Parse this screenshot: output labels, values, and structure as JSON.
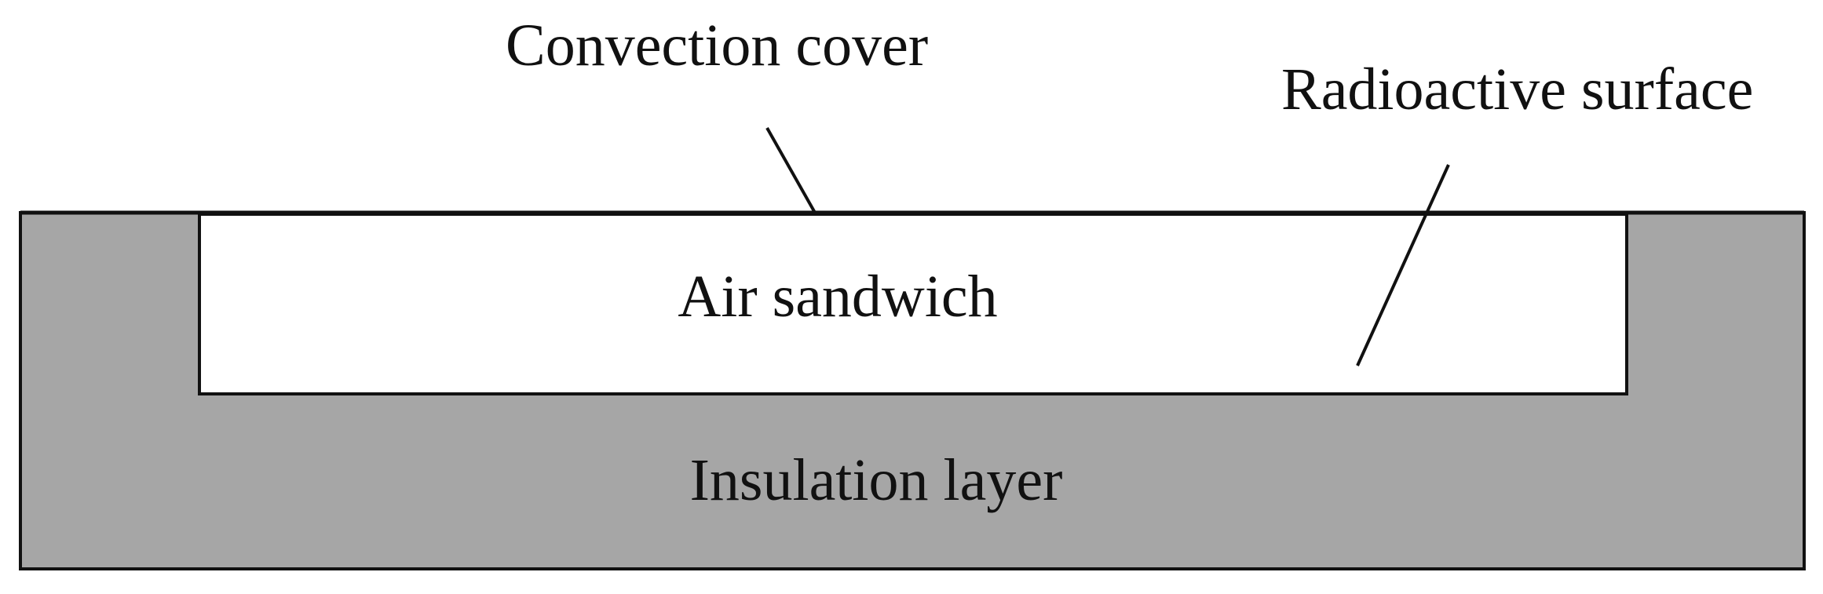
{
  "diagram": {
    "labels": {
      "convection_cover": "Convection cover",
      "radioactive_surface": "Radioactive surface",
      "air_sandwich": "Air sandwich",
      "insulation_layer": "Insulation layer"
    },
    "colors": {
      "insulation_fill": "#a6a6a6",
      "air_fill": "#ffffff",
      "stroke": "#111111",
      "text": "#111111"
    }
  }
}
